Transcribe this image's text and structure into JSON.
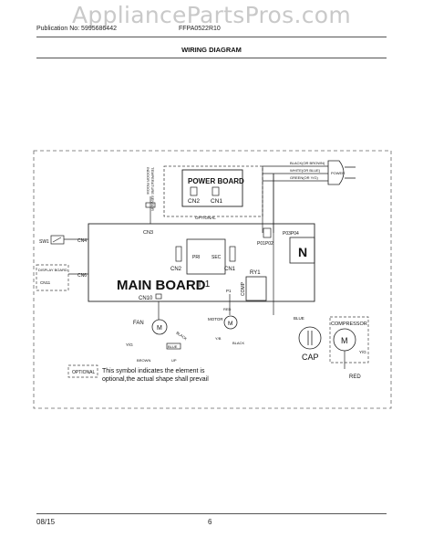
{
  "watermark": "AppliancePartsPros.com",
  "header": {
    "publication_label": "Publication No:",
    "publication_no": "5995686442",
    "model": "FFPA0522R10",
    "title": "WIRING DIAGRAM"
  },
  "diagram": {
    "power_board": "POWER BOARD",
    "cn2": "CN2",
    "cn1": "CN1",
    "optional": "OPTIONAL",
    "cn3": "CN3",
    "sensor_label_1": "INDOOR ROOM",
    "sensor_label_2": "TEMPERATURE SENSOR",
    "power_1": "BLACK(OR BROWN)",
    "power_2": "WHITE(OR BLUE)",
    "power_3": "GREEN(OR Y/G)",
    "power_word": "POWER",
    "sw1": "SW1",
    "cn4": "CN4",
    "display_board": "DISPLAY BOARD",
    "cn11": "CN11",
    "cn6": "CN6",
    "main_board": "MAIN BOARD",
    "cn2_lower": "CN2",
    "t1": "T 1",
    "cn1_lower": "CN1",
    "pri": "PRI",
    "sec": "SEC",
    "p01p02": "P01P02",
    "p03p04": "P03P04",
    "n": "N",
    "ry1": "RY1",
    "comp": "COMP",
    "p1": "P1",
    "cn10": "CN10",
    "red": "RED",
    "fan": "FAN",
    "m": "M",
    "black": "BLACK",
    "yg": "Y/G",
    "brown": "BROWN",
    "blue": "BLUE",
    "up": "UP",
    "motor": "MOTOR",
    "yb": "Y/B",
    "blue_cap": "BLUE",
    "cap": "CAP",
    "compressor": "COMPRESSOR",
    "red_comp": "RED",
    "legend_tag": "OPTIONAL",
    "legend_line1": "This symbol indicates the element is",
    "legend_line2": "optional,the actual shape shall prevail"
  },
  "footer": {
    "date": "08/15",
    "page": "6"
  }
}
